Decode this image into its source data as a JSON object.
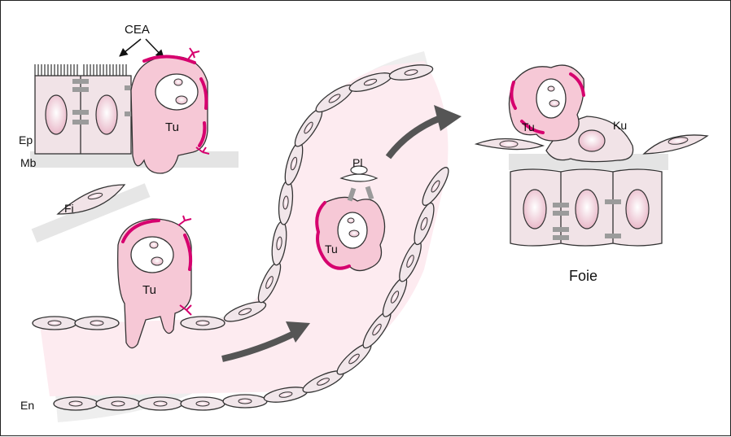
{
  "labels": {
    "cea": "CEA",
    "ep": "Ep",
    "mb": "Mb",
    "fi": "Fi",
    "tu": "Tu",
    "en": "En",
    "pl": "Pl",
    "ku": "Ku",
    "foie": "Foie"
  },
  "colors": {
    "tumor_fill": "#f6c8d6",
    "tumor_membrane": "#d6006e",
    "nucleus_fill": "#ffffff",
    "epithelial_fill": "#f1e3e7",
    "endothelial_fill": "#f1e6ea",
    "vessel_fill": "#fdebf0",
    "shadow": "#e6e6e6",
    "junction": "#9b9b9b",
    "arrow": "#555555",
    "outline": "#333333"
  }
}
